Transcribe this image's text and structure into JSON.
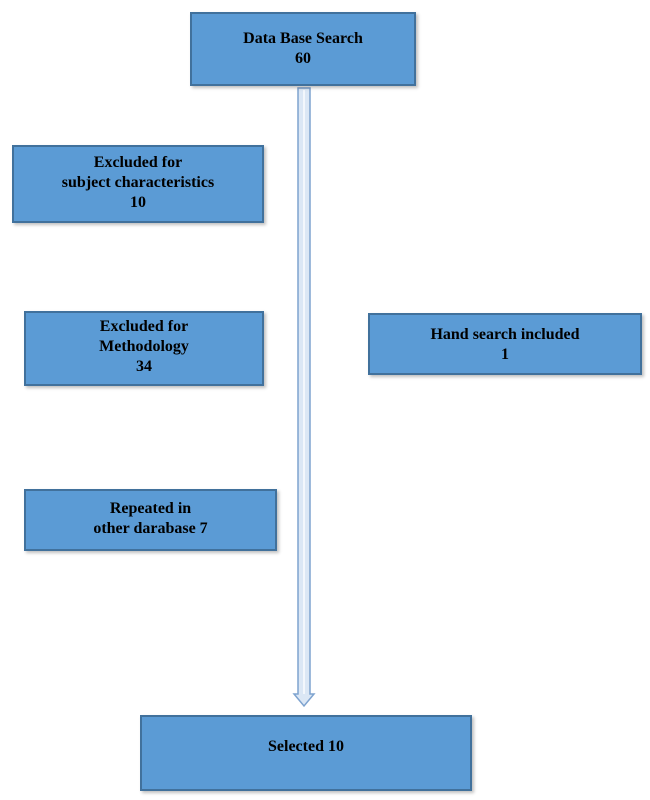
{
  "flowchart": {
    "nodes": {
      "database_search": {
        "line1": "Data Base Search",
        "line2": "60"
      },
      "excluded_subject": {
        "line1": "Excluded for",
        "line2": "subject characteristics",
        "line3": "10"
      },
      "excluded_methodology": {
        "line1": "Excluded for",
        "line2": "Methodology",
        "line3": "34"
      },
      "hand_search": {
        "line1": "Hand search included",
        "line2": "1"
      },
      "repeated": {
        "line1": "Repeated in",
        "line2": "other darabase 7"
      },
      "selected": {
        "line1": "Selected 10"
      }
    },
    "colors": {
      "box_fill": "#5b9bd5",
      "box_border": "#41719c",
      "arrow_fill": "#dbe7f5",
      "arrow_stroke": "#7ea3cf"
    }
  }
}
